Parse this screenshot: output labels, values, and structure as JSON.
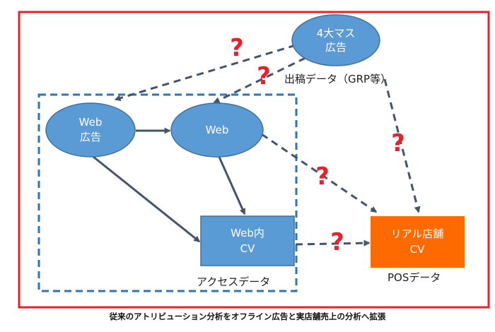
{
  "colors": {
    "frame": "#e8202a",
    "node_blue": "#5b9bd5",
    "node_blue_stroke": "#41719c",
    "store_orange": "#ff6a00",
    "arrow": "#44546a",
    "dashed_box": "#2e75b6",
    "question": "#e8202a"
  },
  "nodes": {
    "mass_ad": [
      "4大マス",
      "広告"
    ],
    "web_ad": [
      "Web",
      "広告"
    ],
    "web": [
      "Web"
    ],
    "web_cv": [
      "Web内",
      "CV"
    ],
    "store_cv": [
      "リアル店舗",
      "CV"
    ]
  },
  "labels": {
    "placement_data": "出稿データ（GRP等）",
    "access_data": "アクセスデータ",
    "pos_data": "POSデータ"
  },
  "question_mark": "?",
  "caption": "従来のアトリビューション分析をオフライン広告と実店舗売上の分析へ拡張"
}
